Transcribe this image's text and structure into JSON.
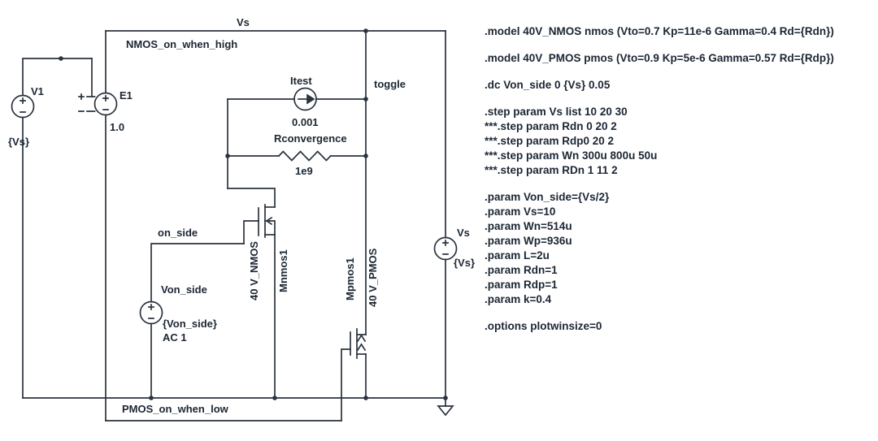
{
  "schematic": {
    "net_labels": {
      "vs_rail": "Vs",
      "nmos_on_when_high": "NMOS_on_when_high",
      "toggle": "toggle",
      "on_side": "on_side",
      "pmos_on_when_low": "PMOS_on_when_low"
    },
    "v1": {
      "name": "V1",
      "value": "{Vs}"
    },
    "e1": {
      "name": "E1",
      "gain": "1.0"
    },
    "itest": {
      "name": "Itest",
      "value": "0.001"
    },
    "rconvergence": {
      "name": "Rconvergence",
      "value": "1e9"
    },
    "mnmos1": {
      "model": "40 V_NMOS",
      "name": "Mnmos1"
    },
    "mpmos1": {
      "name": "Mpmos1",
      "model": "40 V_PMOS"
    },
    "von_side": {
      "name": "Von_side",
      "value": "{Von_side}",
      "ac": "AC 1"
    },
    "vs_source": {
      "name": "Vs",
      "value": "{Vs}"
    }
  },
  "directives": {
    "lines": [
      ".model 40V_NMOS nmos (Vto=0.7 Kp=11e-6 Gamma=0.4 Rd={Rdn})",
      ".model 40V_PMOS pmos (Vto=0.9 Kp=5e-6 Gamma=0.57 Rd={Rdp})",
      ".dc Von_side 0 {Vs} 0.05",
      ".step param Vs list 10 20 30",
      "***.step param Rdn 0 20 2",
      "***.step param Rdp0 20 2",
      "***.step param Wn 300u 800u 50u",
      "***.step param RDn 1 11 2",
      ".param Von_side={Vs/2}",
      ".param Vs=10",
      ".param Wn=514u",
      ".param Wp=936u",
      ".param L=2u",
      ".param Rdn=1",
      ".param Rdp=1",
      ".param k=0.4",
      ".options plotwinsize=0"
    ]
  }
}
